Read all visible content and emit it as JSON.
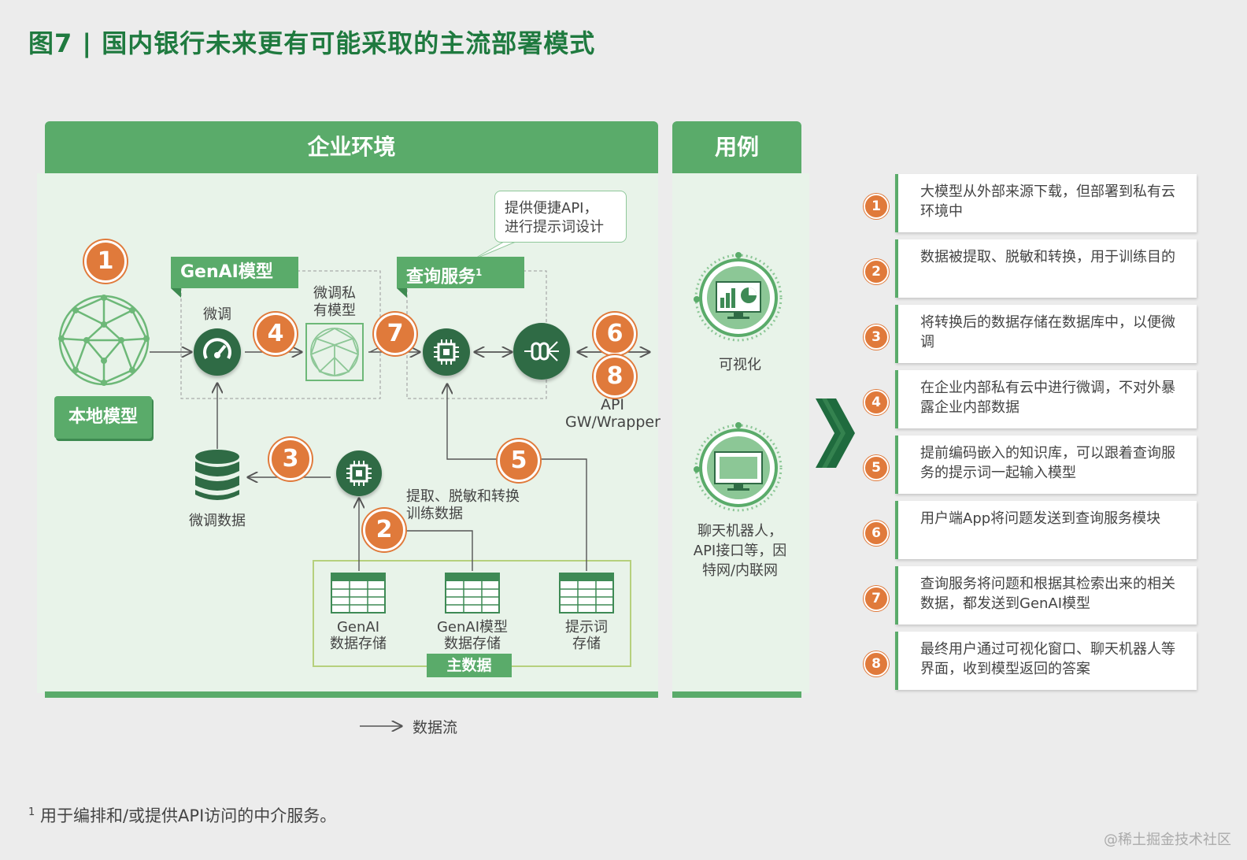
{
  "title": "图7 | 国内银行未来更有可能采取的主流部署模式",
  "panels": {
    "enterprise": "企业环境",
    "use_cases": "用例"
  },
  "diagram": {
    "local_model": "本地模型",
    "genai_model": "GenAI模型",
    "query_service": "查询服务",
    "query_sup": "1",
    "finetune": "微调",
    "private_model": [
      "微调私",
      "有模型"
    ],
    "finetune_data": "微调数据",
    "extract_label": [
      "提取、脱敏和转换",
      "训练数据"
    ],
    "callout": [
      "提供便捷API，",
      "进行提示词设计"
    ],
    "api_gw": [
      "API",
      "GW/Wrapper"
    ],
    "master_data": "主数据",
    "stores": [
      {
        "line1": "GenAI",
        "line2": "数据存储"
      },
      {
        "line1": "GenAI模型",
        "line2": "数据存储"
      },
      {
        "line1": "提示词",
        "line2": "存储"
      }
    ],
    "steps": [
      "1",
      "2",
      "3",
      "4",
      "5",
      "6",
      "7",
      "8"
    ]
  },
  "use_cases": {
    "viz": "可视化",
    "chat": [
      "聊天机器人，",
      "API接口等，因",
      "特网/内联网"
    ]
  },
  "legend": "数据流",
  "right_list": [
    {
      "num": "1",
      "text": "大模型从外部来源下载，但部署到私有云环境中"
    },
    {
      "num": "2",
      "text": "数据被提取、脱敏和转换，用于训练目的"
    },
    {
      "num": "3",
      "text": "将转换后的数据存储在数据库中，以便微调"
    },
    {
      "num": "4",
      "text": "在企业内部私有云中进行微调，不对外暴露企业内部数据"
    },
    {
      "num": "5",
      "text": "提前编码嵌入的知识库，可以跟着查询服务的提示词一起输入模型"
    },
    {
      "num": "6",
      "text": "用户端App将问题发送到查询服务模块"
    },
    {
      "num": "7",
      "text": "查询服务将问题和根据其检索出来的相关数据，都发送到GenAI模型"
    },
    {
      "num": "8",
      "text": "最终用户通过可视化窗口、聊天机器人等界面，收到模型返回的答案"
    }
  ],
  "footnote": {
    "sup": "1",
    "text": "用于编排和/或提供API访问的中介服务。"
  },
  "watermark": "@稀土掘金技术社区",
  "colors": {
    "green": "#5aab6a",
    "dark_green": "#2f6b45",
    "orange": "#e07a3b",
    "title_green": "#1f7a3f"
  }
}
